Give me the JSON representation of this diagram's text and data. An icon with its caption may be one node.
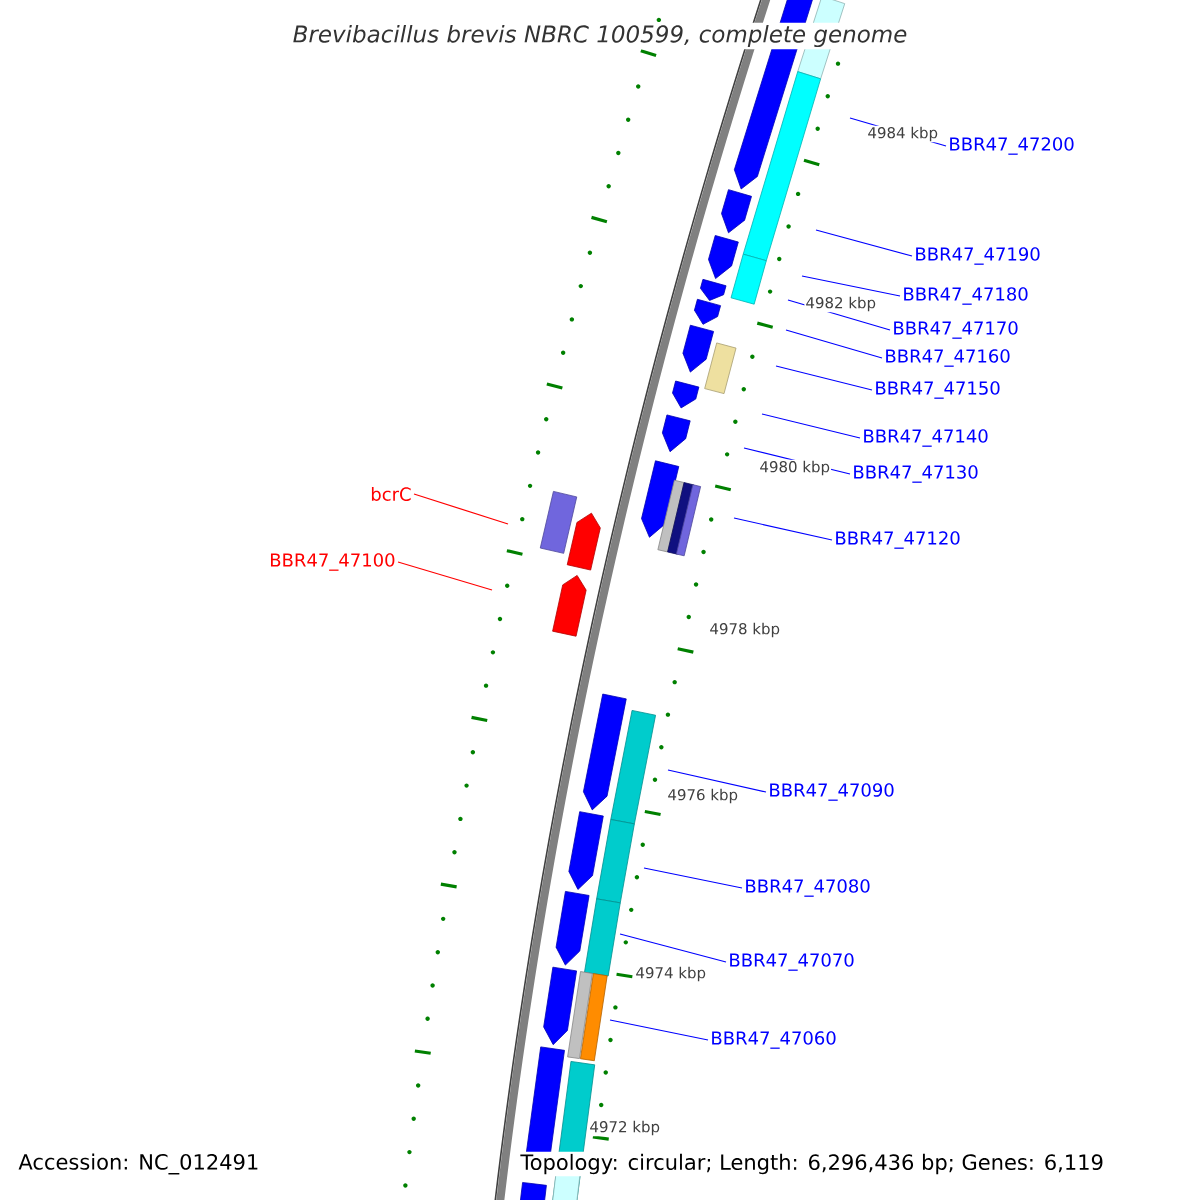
{
  "diagram": {
    "title": "Brevibacillus brevis NBRC 100599, complete genome",
    "nodes": [
      {
        "text": [
          "BBR47_47200"
        ]
      },
      {
        "text": [
          "BBR47_47190"
        ]
      },
      {
        "text": [
          "BBR47_47180"
        ]
      },
      {
        "text": [
          "BBR47_47170"
        ]
      },
      {
        "text": [
          "BBR47_47160"
        ]
      },
      {
        "text": [
          "BBR47_47150"
        ]
      },
      {
        "text": [
          "BBR47_47140"
        ]
      },
      {
        "text": [
          "BBR47_47130"
        ]
      },
      {
        "text": [
          "bcrC"
        ]
      },
      {
        "text": [
          "BBR47_47120"
        ]
      },
      {
        "text": [
          "BBR47_47100"
        ]
      },
      {
        "text": [
          "BBR47_47090"
        ]
      },
      {
        "text": [
          "BBR47_47080"
        ]
      },
      {
        "text": [
          "BBR47_47070"
        ]
      },
      {
        "text": [
          "BBR47_47060"
        ]
      }
    ],
    "edges": [
      {
        "from": 0,
        "to": null,
        "arrow": "none"
      },
      {
        "from": 1,
        "to": null,
        "arrow": "none"
      },
      {
        "from": 2,
        "to": null,
        "arrow": "none"
      },
      {
        "from": 3,
        "to": null,
        "arrow": "none"
      },
      {
        "from": 4,
        "to": null,
        "arrow": "none"
      },
      {
        "from": 5,
        "to": null,
        "arrow": "none"
      },
      {
        "from": 6,
        "to": null,
        "arrow": "none"
      },
      {
        "from": 7,
        "to": null,
        "arrow": "none"
      },
      {
        "from": 8,
        "to": null,
        "arrow": "none",
        "color": "#ff0000"
      },
      {
        "from": 9,
        "to": null,
        "arrow": "none"
      },
      {
        "from": 10,
        "to": null,
        "arrow": "none",
        "color": "#ff0000"
      },
      {
        "from": 11,
        "to": null,
        "arrow": "none"
      },
      {
        "from": 12,
        "to": null,
        "arrow": "none"
      },
      {
        "from": 13,
        "to": null,
        "arrow": "none"
      },
      {
        "from": 14,
        "to": null,
        "arrow": "none"
      }
    ],
    "labels": [
      "4984 kbp",
      "4982 kbp",
      "4980 kbp",
      "4978 kbp",
      "4976 kbp",
      "4974 kbp",
      "4972 kbp",
      "Accession: NC_012491",
      "Topology: circular; Length: 6,296,436 bp; Genes: 6,119"
    ]
  }
}
